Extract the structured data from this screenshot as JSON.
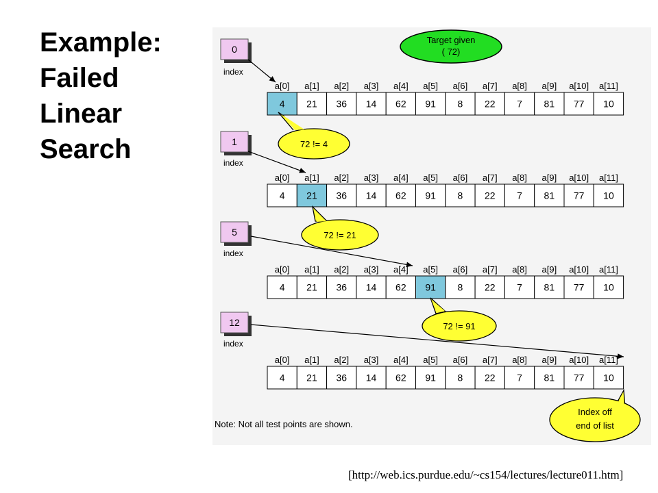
{
  "title": {
    "lines": [
      "Example:",
      "Failed",
      "Linear",
      "Search"
    ]
  },
  "target_bubble": {
    "line1": "Target given",
    "line2": "( 72)",
    "fill": "#22dd22"
  },
  "index_label": "index",
  "array_labels": [
    "a[0]",
    "a[1]",
    "a[2]",
    "a[3]",
    "a[4]",
    "a[5]",
    "a[6]",
    "a[7]",
    "a[8]",
    "a[9]",
    "a[10]",
    "a[11]"
  ],
  "array_values": [
    "4",
    "21",
    "36",
    "14",
    "62",
    "91",
    "8",
    "22",
    "7",
    "81",
    "77",
    "10"
  ],
  "steps": [
    {
      "index": "0",
      "highlight": 0,
      "bubble": "72 != 4"
    },
    {
      "index": "1",
      "highlight": 1,
      "bubble": "72 != 21"
    },
    {
      "index": "5",
      "highlight": 5,
      "bubble": "72 != 91"
    },
    {
      "index": "12",
      "highlight": -1,
      "bubble": ""
    }
  ],
  "end_bubble": {
    "line1": "Index off",
    "line2": "end of list"
  },
  "note": "Note: Not all test points are shown.",
  "source": "[http://web.ics.purdue.edu/~cs154/lectures/lecture011.htm]",
  "colors": {
    "highlight": "#7fc8dd",
    "index_box": "#f0c8f0",
    "bubble": "#ffff33",
    "end_bubble": "#ffff33"
  }
}
